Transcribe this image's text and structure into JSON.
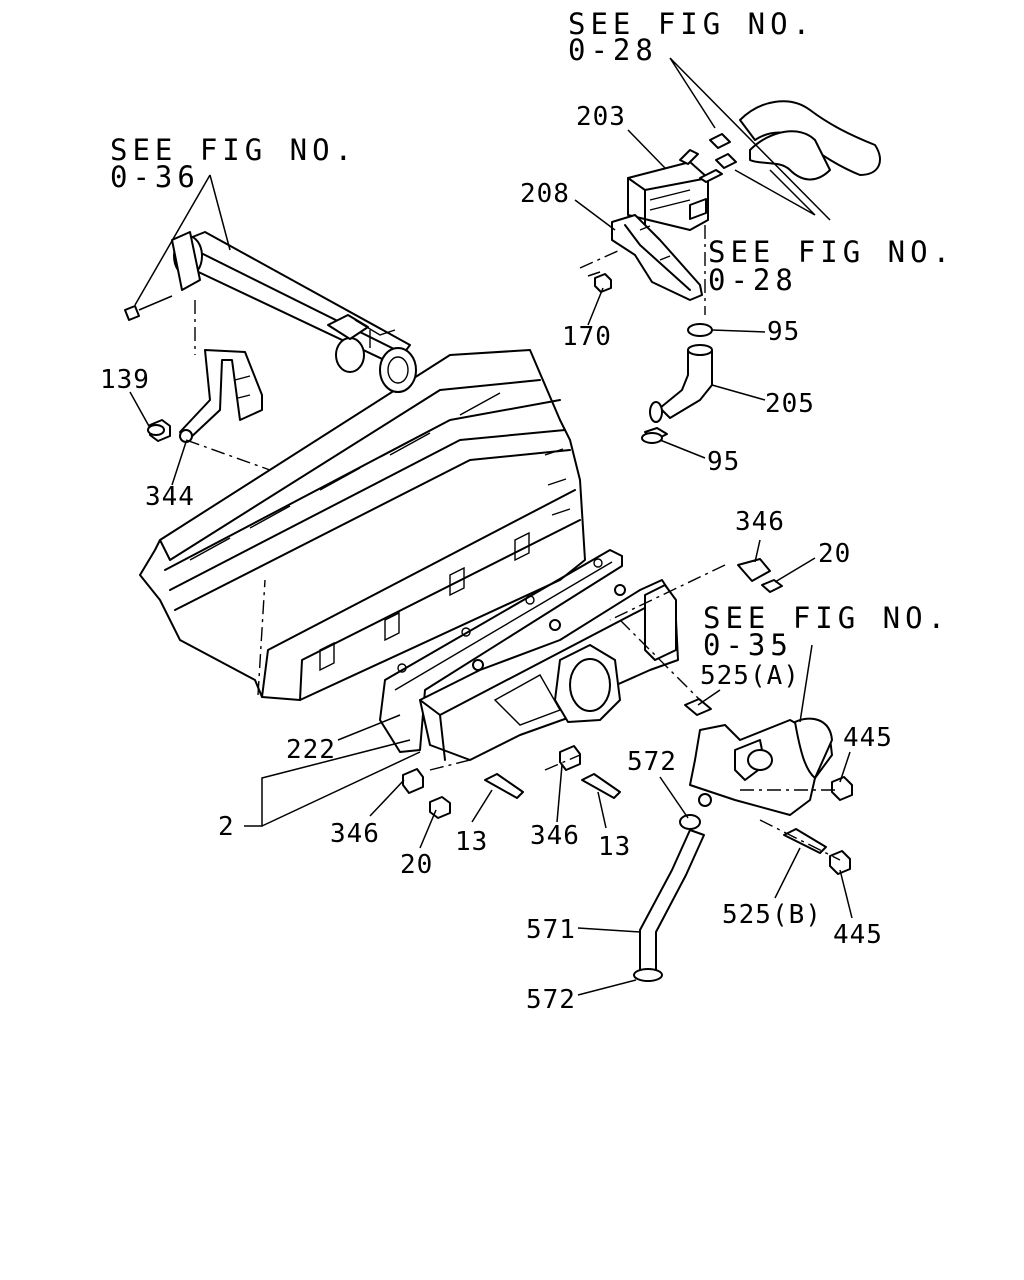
{
  "references": [
    {
      "line1": "SEE FIG NO.",
      "line2": "0-28",
      "target_fig": "0-28"
    },
    {
      "line1": "SEE FIG NO.",
      "line2": "0-36",
      "target_fig": "0-36"
    },
    {
      "line1": "SEE FIG NO.",
      "line2": "0-28",
      "target_fig": "0-28"
    },
    {
      "line1": "SEE FIG NO.",
      "line2": "0-35",
      "target_fig": "0-35"
    }
  ],
  "callouts": [
    "203",
    "208",
    "170",
    "95",
    "205",
    "95",
    "139",
    "344",
    "346",
    "20",
    "525(A)",
    "222",
    "445",
    "572",
    "2",
    "346",
    "20",
    "13",
    "346",
    "13",
    "571",
    "525(B)",
    "445",
    "572"
  ]
}
